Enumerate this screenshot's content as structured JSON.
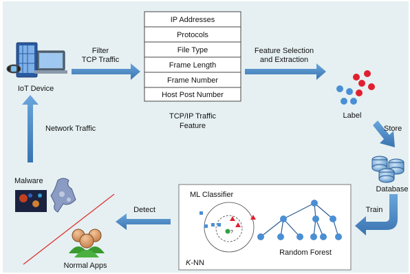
{
  "colors": {
    "background": "#e6f0f2",
    "arrow": "#4a86c0",
    "node": "#4a8fd4",
    "red": "#e02030",
    "green": "#30a040",
    "malware_line": "#e03030"
  },
  "iot": {
    "label": "IoT Device",
    "icon": "iot-devices-icon"
  },
  "arrows": {
    "filter_line1": "Filter",
    "filter_line2": "TCP Traffic",
    "feature_line1": "Feature Selection",
    "feature_line2": "and Extraction",
    "store": "Store",
    "train": "Train",
    "detect": "Detect",
    "network_traffic": "Network Traffic"
  },
  "features": {
    "rows": [
      "IP Addresses",
      "Protocols",
      "File Type",
      "Frame Length",
      "Frame Number",
      "Host Post Number"
    ],
    "caption_line1": "TCP/IP Traffic",
    "caption_line2": "Feature"
  },
  "label_cluster": {
    "label": "Label"
  },
  "database": {
    "label": "Database",
    "icon": "database-icon"
  },
  "classifier": {
    "title": "ML Classifier",
    "knn_label_italic": "K",
    "knn_label_rest": "-NN",
    "tree_label": "Random Forest"
  },
  "malware": {
    "label": "Malware",
    "icon": "malware-icon"
  },
  "normal": {
    "label": "Normal Apps",
    "icon": "users-icon"
  }
}
